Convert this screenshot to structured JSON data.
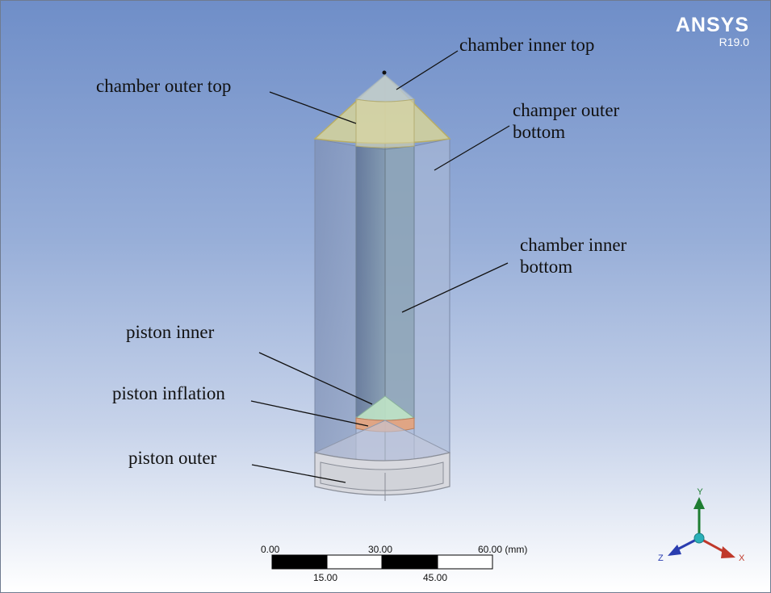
{
  "logo": {
    "brand": "ANSYS",
    "version": "R19.0"
  },
  "labels": {
    "chamber_inner_top": "chamber inner top",
    "chamber_outer_top": "chamber outer top",
    "champer_outer_bottom": "champer outer\nbottom",
    "chamber_inner_bottom": "chamber inner\nbottom",
    "piston_inner": "piston inner",
    "piston_inflation": "piston inflation",
    "piston_outer": "piston outer"
  },
  "scale_bar": {
    "top_ticks": [
      "0.00",
      "30.00",
      "60.00 (mm)"
    ],
    "bottom_ticks": [
      "15.00",
      "45.00"
    ]
  },
  "triad": {
    "x": "X",
    "y": "Y",
    "z": "Z"
  },
  "colors": {
    "background_top": "#6f8ec8",
    "background_bottom": "#ffffff",
    "chamber_top_fill": "#d6d49a",
    "piston_inflation": "#e6a27a",
    "axis_x": "#c0392b",
    "axis_y": "#1e7d32",
    "axis_z": "#2a3db0"
  }
}
